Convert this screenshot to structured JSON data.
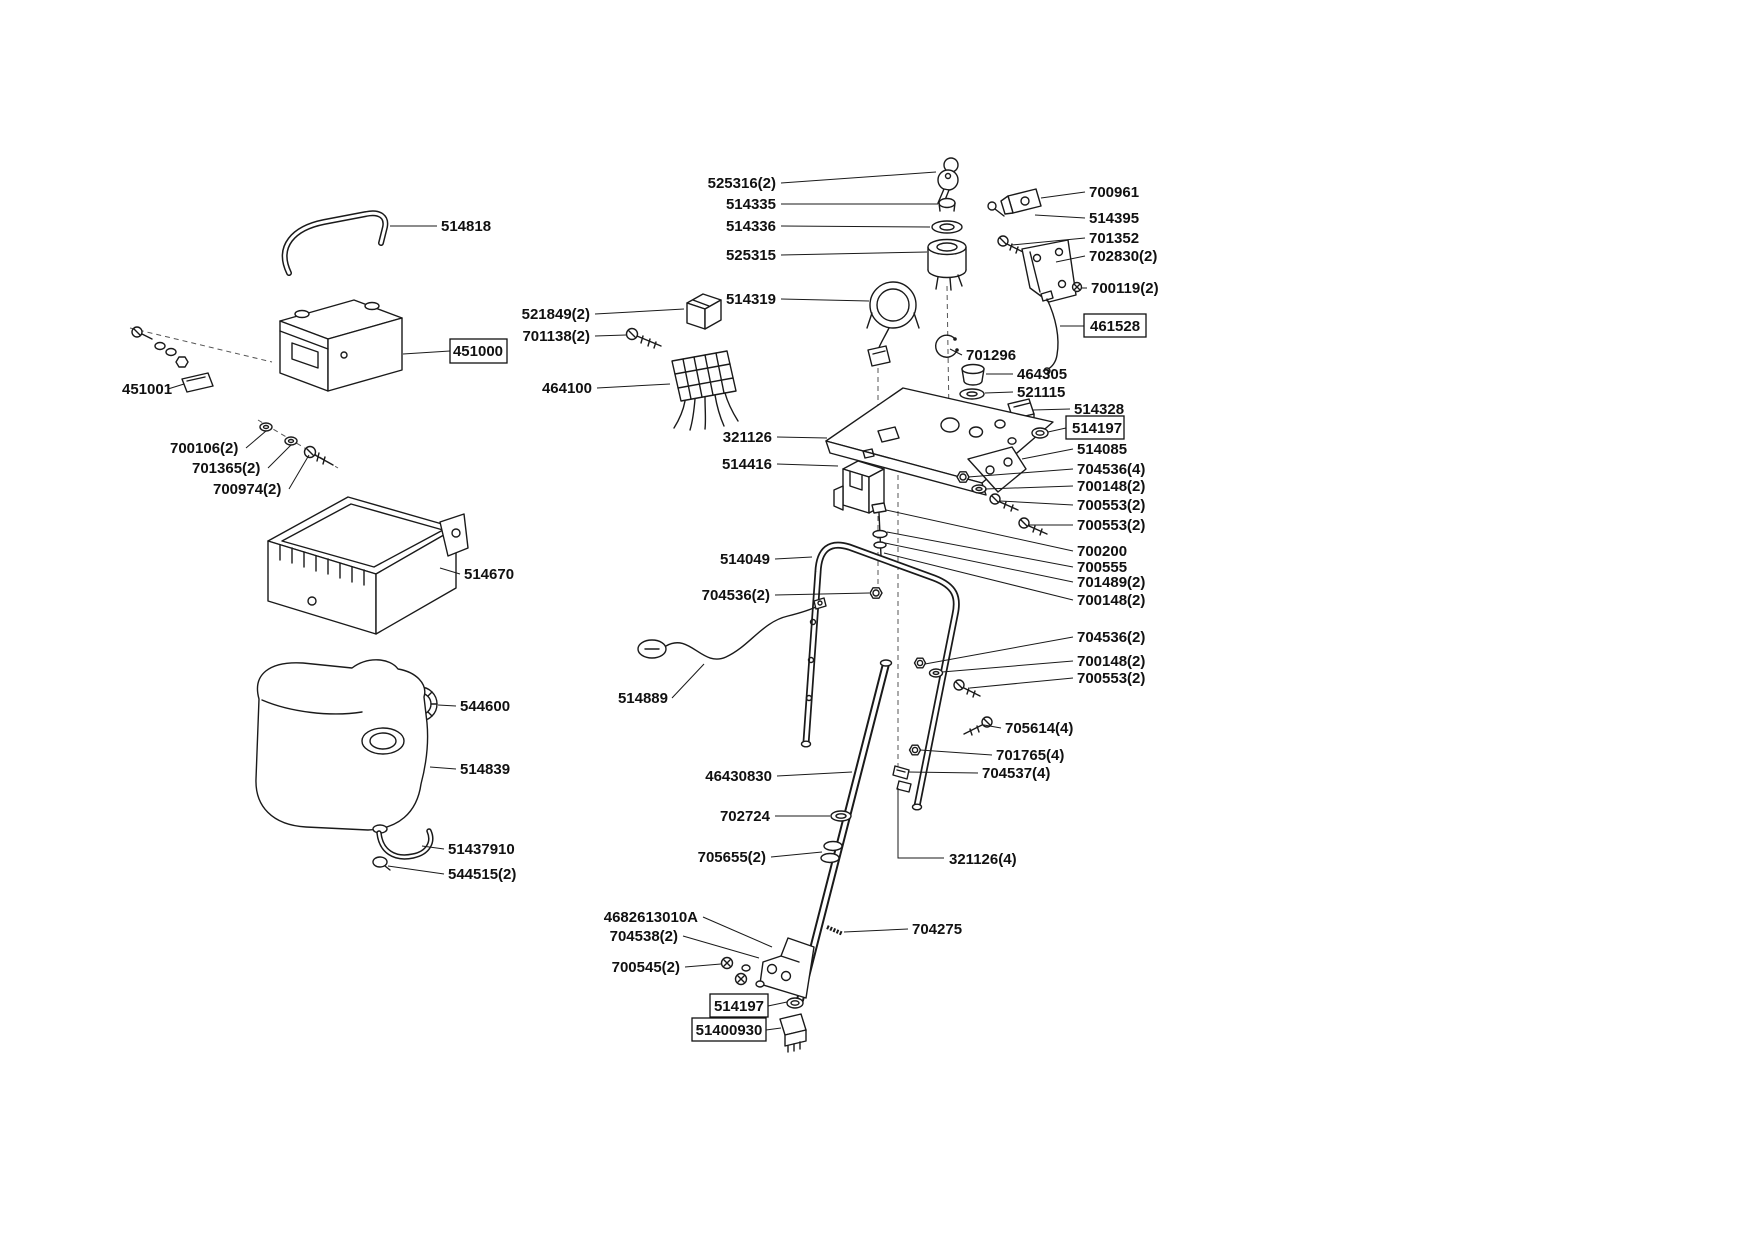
{
  "colors": {
    "background": "#ffffff",
    "line": "#1a1a1a"
  },
  "labels": [
    {
      "text": "514818"
    },
    {
      "text": "451000"
    },
    {
      "text": "451001"
    },
    {
      "text": "700106(2)"
    },
    {
      "text": "701365(2)"
    },
    {
      "text": "700974(2)"
    },
    {
      "text": "514670"
    },
    {
      "text": "544600"
    },
    {
      "text": "514839"
    },
    {
      "text": "51437910"
    },
    {
      "text": "544515(2)"
    },
    {
      "text": "525316(2)"
    },
    {
      "text": "514335"
    },
    {
      "text": "514336"
    },
    {
      "text": "525315"
    },
    {
      "text": "514319"
    },
    {
      "text": "521849(2)"
    },
    {
      "text": "701138(2)"
    },
    {
      "text": "464100"
    },
    {
      "text": "321126"
    },
    {
      "text": "514416"
    },
    {
      "text": "514049"
    },
    {
      "text": "704536(2)"
    },
    {
      "text": "514889"
    },
    {
      "text": "46430830"
    },
    {
      "text": "702724"
    },
    {
      "text": "705655(2)"
    },
    {
      "text": "4682613010A"
    },
    {
      "text": "704538(2)"
    },
    {
      "text": "700545(2)"
    },
    {
      "text": "514197"
    },
    {
      "text": "51400930"
    },
    {
      "text": "704275"
    },
    {
      "text": "321126(4)"
    },
    {
      "text": "700961"
    },
    {
      "text": "514395"
    },
    {
      "text": "701352"
    },
    {
      "text": "702830(2)"
    },
    {
      "text": "700119(2)"
    },
    {
      "text": "461528"
    },
    {
      "text": "701296"
    },
    {
      "text": "464305"
    },
    {
      "text": "521115"
    },
    {
      "text": "514328"
    },
    {
      "text": "514197"
    },
    {
      "text": "514085"
    },
    {
      "text": "704536(4)"
    },
    {
      "text": "700148(2)"
    },
    {
      "text": "700553(2)"
    },
    {
      "text": "700553(2)"
    },
    {
      "text": "700200"
    },
    {
      "text": "700555"
    },
    {
      "text": "701489(2)"
    },
    {
      "text": "700148(2)"
    },
    {
      "text": "704536(2)"
    },
    {
      "text": "700148(2)"
    },
    {
      "text": "700553(2)"
    },
    {
      "text": "705614(4)"
    },
    {
      "text": "701765(4)"
    },
    {
      "text": "704537(4)"
    }
  ]
}
